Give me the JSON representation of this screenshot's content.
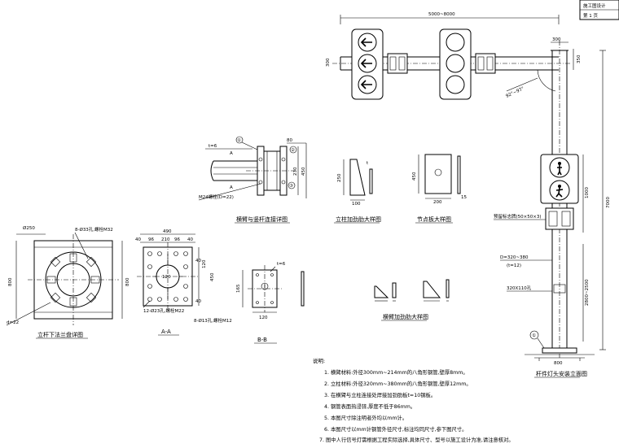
{
  "title_block": {
    "row1": "施工图设计",
    "row2": "第 1 页"
  },
  "pole": {
    "title": "杆件灯头安装立面图",
    "dim_arm_span": "5000~8000",
    "dim_top_300": "300",
    "dim_top_350": "350",
    "dim_total_height": "7000",
    "dim_box_1000": "1000",
    "dim_lower": "2800~2500",
    "dim_base": "800",
    "dim_arm_end": "300",
    "angle": "92°~97°",
    "label_diameter": "D=320~380",
    "label_thickness": "(t=12)",
    "label_hole": "320X110孔",
    "label_sign": "预留标志牌(50×50×3)",
    "bubble": "①",
    "ped_label": "行人"
  },
  "arm_detail": {
    "title": "横臂与竖杆连接详图",
    "label_t": "t=6",
    "label_a": "A",
    "label_bolt": "M24螺栓(D=22)",
    "dim_230": "230",
    "dim_450": "450",
    "dim_80": "80",
    "bubble1": "①",
    "bubble2": "②",
    "bubble3": "③"
  },
  "pole_rib": {
    "title": "立柱加劲肋大样图",
    "dim_250": "250",
    "dim_100": "100",
    "label_t": "t"
  },
  "node_plate": {
    "title": "节点板大样图",
    "dim_450": "450",
    "dim_200": "200",
    "dim_15": "15"
  },
  "flange": {
    "title": "立杆下法兰盘详图",
    "dim_250": "Ø250",
    "dim_800": "800",
    "dim_800b": "800",
    "label_holes": "8-Ø33孔,螺栓M32",
    "label_d": "d=22"
  },
  "section_aa": {
    "title": "A-A",
    "dim_490": "490",
    "dim_40": "40",
    "dim_96": "96",
    "dim_210": "210",
    "dim_120": "120",
    "dim_450": "450",
    "label_holes": "12-Ø23孔,螺栓M22",
    "label_bolt": "8-Ø13孔,螺栓M12"
  },
  "section_bb": {
    "title": "B-B",
    "dim_120": "120",
    "dim_165": "165",
    "label_t": "t=6"
  },
  "rib_detail": {
    "title": "横臂加劲肋大样图"
  },
  "notes": {
    "heading": "说明:",
    "items": [
      "1. 横臂材料:外径300mm~214mm的八角形钢管,壁厚8mm。",
      "2. 立柱材料:外径320mm~380mm的八角形钢管,壁厚12mm。",
      "3. 在横臂与立柱连接处焊接加劲肋板t=10钢板。",
      "4. 钢管表面热浸锌,厚度不低于86mm。",
      "5. 本图尺寸除注明者外均以mm计。",
      "6. 本图尺寸以mm计钢管外径尺寸,标注均同尺寸,参下图尺寸。",
      "7. 图中人行信号灯需根据工程实际选择,具体尺寸、型号以施工设计为准,请注意核对。"
    ]
  }
}
